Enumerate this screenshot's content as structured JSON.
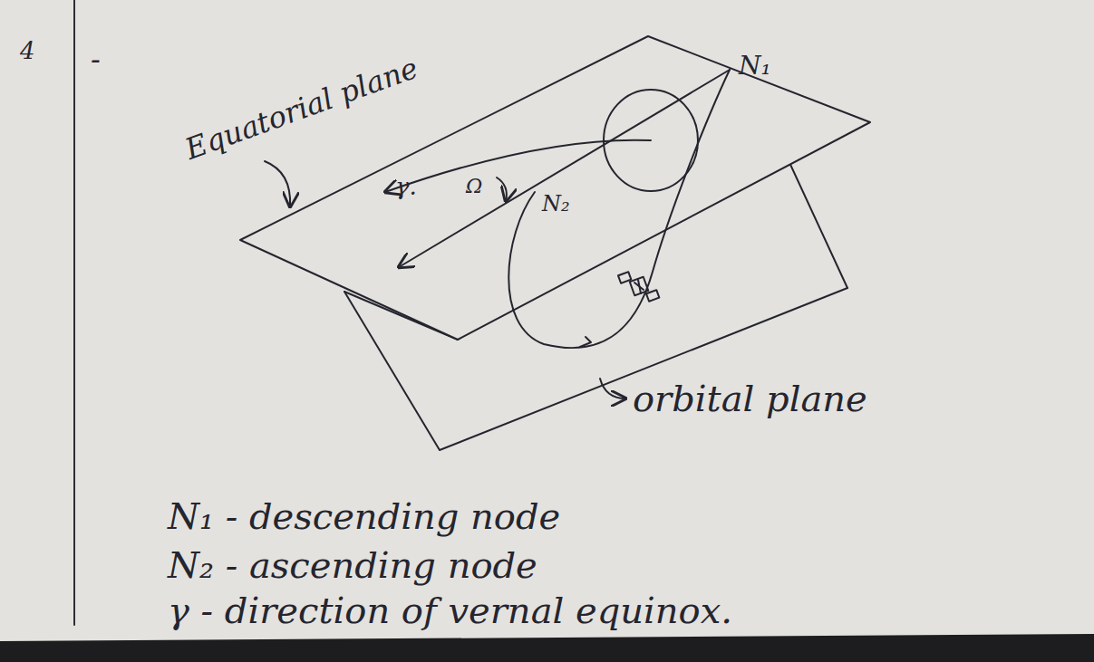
{
  "diagram": {
    "labels": [
      "4",
      "-",
      "Equatorial plane",
      "γ.",
      "Ω",
      "N₂",
      "N₁",
      "orbital plane",
      "N₁ - descending node",
      "N₂ - ascending node",
      "γ - direction of vernal equinox."
    ]
  }
}
